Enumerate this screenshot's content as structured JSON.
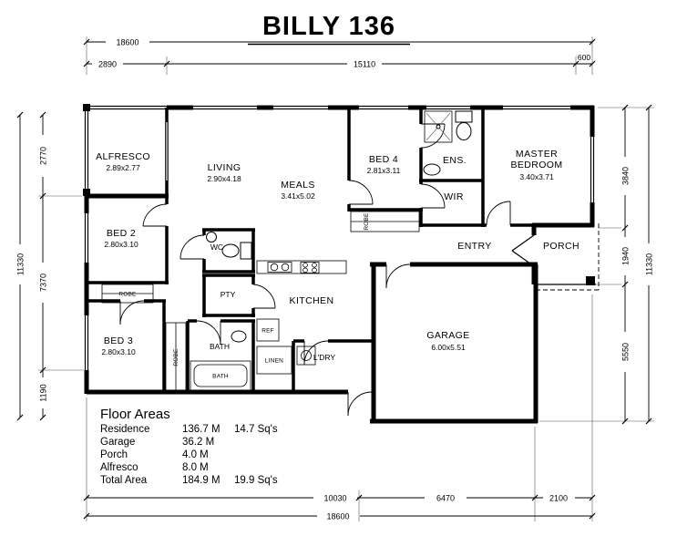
{
  "title": "BILLY 136",
  "dims": {
    "overall_top": "18600",
    "top_a": "2890",
    "top_b": "15110",
    "top_c": "600",
    "left_outer": "11330",
    "left_a": "2770",
    "left_b": "7370",
    "left_c": "1190",
    "right_a": "3840",
    "right_b": "1940",
    "right_c": "5550",
    "right_outer": "11330",
    "bottom_a": "10030",
    "bottom_b": "6470",
    "bottom_c": "2100",
    "overall_bottom": "18600"
  },
  "rooms": {
    "alfresco": {
      "name": "ALFRESCO",
      "size": "2.89x2.77"
    },
    "living": {
      "name": "LIVING",
      "size": "2.90x4.18"
    },
    "meals": {
      "name": "MEALS",
      "size": "3.41x5.02"
    },
    "bed4": {
      "name": "BED 4",
      "size": "2.81x3.11"
    },
    "ens": {
      "name": "ENS."
    },
    "wir": {
      "name": "WIR"
    },
    "master": {
      "name1": "MASTER",
      "name2": "BEDROOM",
      "size": "3.40x3.71"
    },
    "entry": {
      "name": "ENTRY"
    },
    "porch": {
      "name": "PORCH"
    },
    "bed2": {
      "name": "BED 2",
      "size": "2.80x3.10"
    },
    "wc": {
      "name": "WC"
    },
    "pty": {
      "name": "PTY"
    },
    "kitchen": {
      "name": "KITCHEN"
    },
    "bed3": {
      "name": "BED 3",
      "size": "2.80x3.10"
    },
    "bath": {
      "name": "BATH"
    },
    "ldry": {
      "name": "L'DRY"
    },
    "garage": {
      "name": "GARAGE",
      "size": "6.00x5.51"
    }
  },
  "fixtures": {
    "robe": "ROBE",
    "ref": "REF",
    "linen": "LINEN",
    "bath_tub": "BATH"
  },
  "floor_areas": {
    "heading": "Floor Areas",
    "rows": [
      {
        "label": "Residence",
        "area": "136.7 M",
        "squares": "14.7 Sq's"
      },
      {
        "label": "Garage",
        "area": "36.2 M",
        "squares": ""
      },
      {
        "label": "Porch",
        "area": "4.0 M",
        "squares": ""
      },
      {
        "label": "Alfresco",
        "area": "8.0 M",
        "squares": ""
      },
      {
        "label": "Total Area",
        "area": "184.9 M",
        "squares": "19.9 Sq's"
      }
    ]
  }
}
